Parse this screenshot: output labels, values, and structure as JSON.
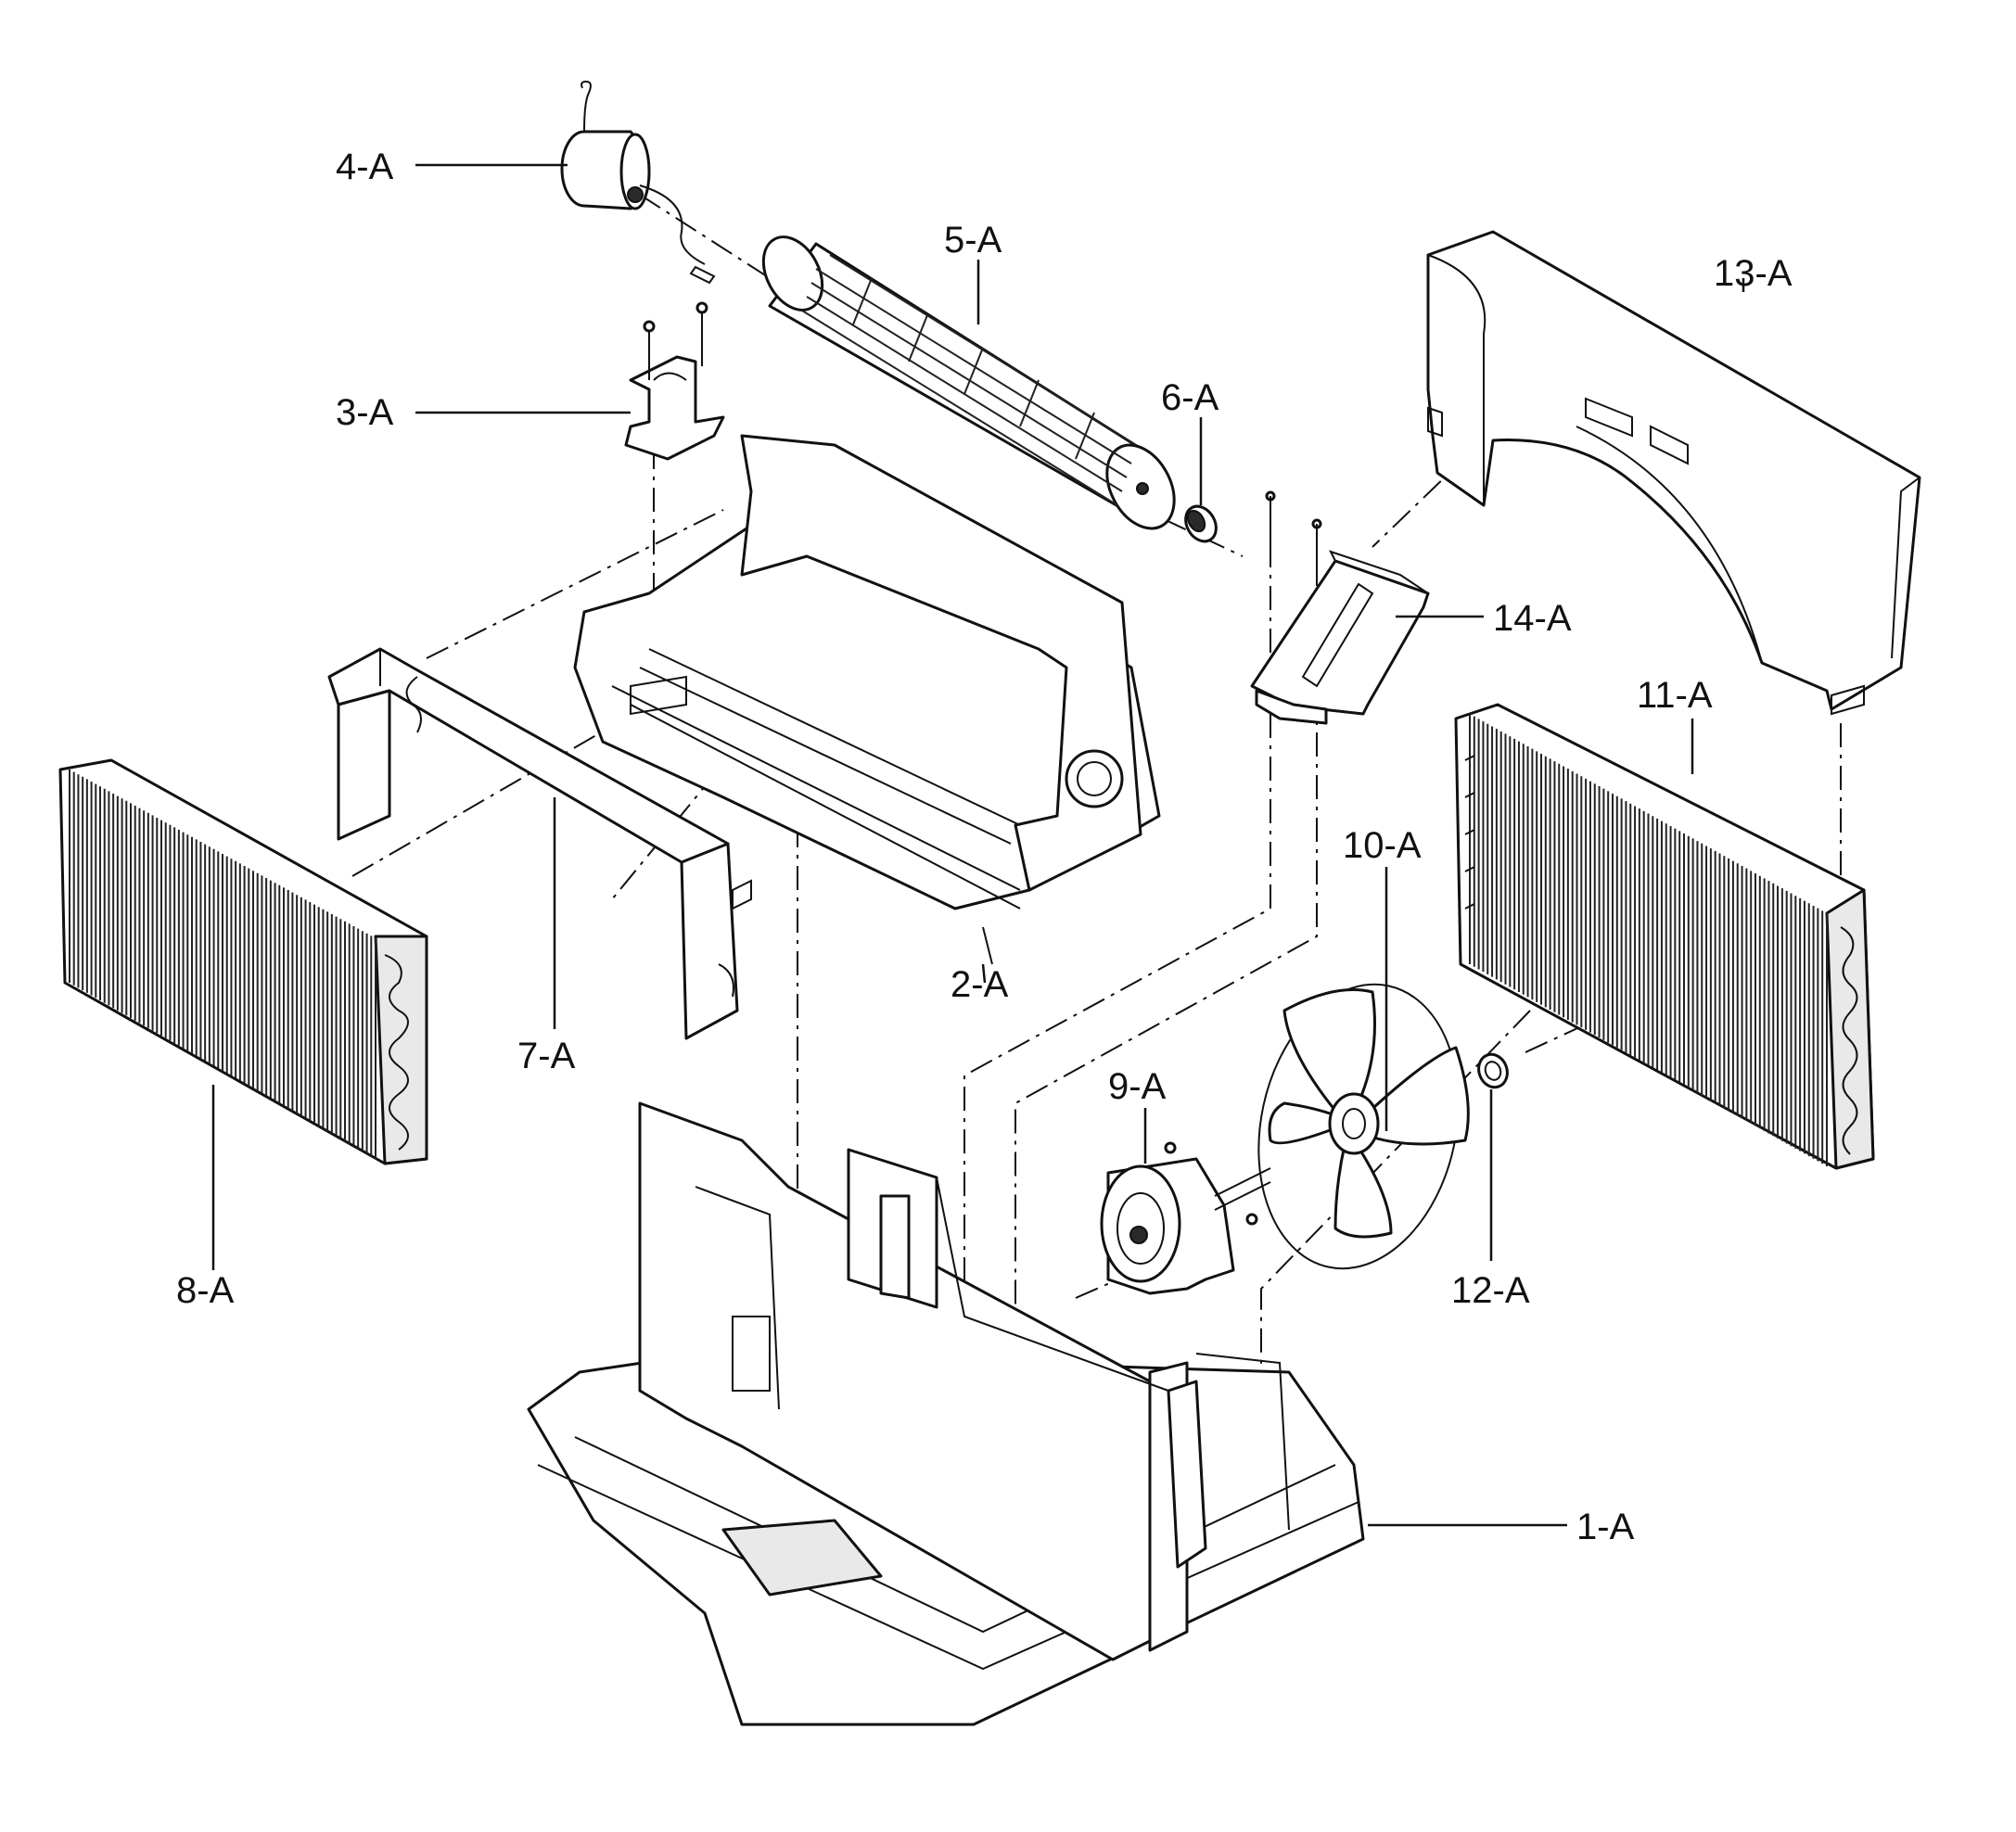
{
  "parts": [
    {
      "id": "p1",
      "label": "1-A"
    },
    {
      "id": "p2",
      "label": "2-A"
    },
    {
      "id": "p3",
      "label": "3-A"
    },
    {
      "id": "p4",
      "label": "4-A"
    },
    {
      "id": "p5",
      "label": "5-A"
    },
    {
      "id": "p6",
      "label": "6-A"
    },
    {
      "id": "p7",
      "label": "7-A"
    },
    {
      "id": "p8",
      "label": "8-A"
    },
    {
      "id": "p9",
      "label": "9-A"
    },
    {
      "id": "p10",
      "label": "10-A"
    },
    {
      "id": "p11",
      "label": "11-A"
    },
    {
      "id": "p12",
      "label": "12-A"
    },
    {
      "id": "p13",
      "label": "13-A"
    },
    {
      "id": "p14",
      "label": "14-A"
    }
  ]
}
